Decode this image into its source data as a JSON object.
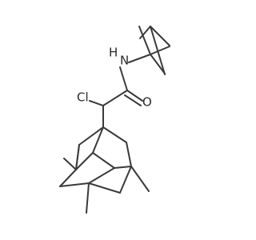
{
  "molecule": {
    "atoms": {
      "h": "H",
      "n": "N",
      "cl": "Cl",
      "o": "O"
    }
  }
}
